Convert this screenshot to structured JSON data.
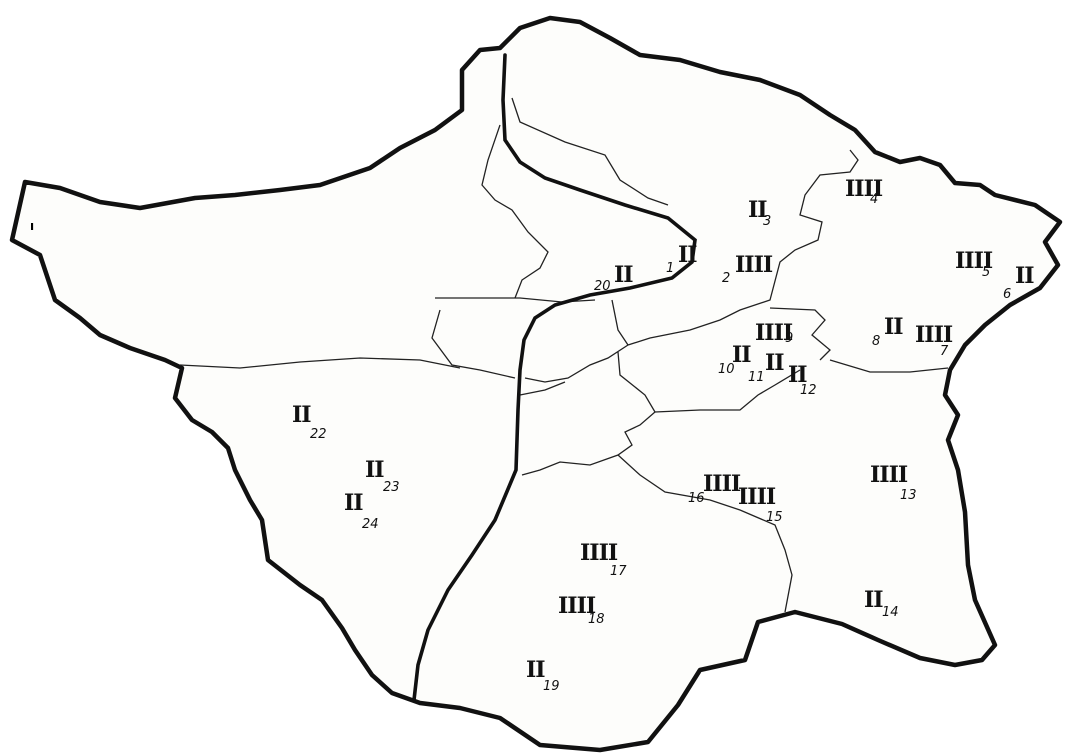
{
  "corner_mark": "ı",
  "districts": [
    {
      "id": "1",
      "marks": "II"
    },
    {
      "id": "2",
      "marks": "IIII"
    },
    {
      "id": "3",
      "marks": "II"
    },
    {
      "id": "4",
      "marks": "IIII"
    },
    {
      "id": "5",
      "marks": "IIII"
    },
    {
      "id": "6",
      "marks": "II"
    },
    {
      "id": "7",
      "marks": "IIII"
    },
    {
      "id": "8",
      "marks": "II"
    },
    {
      "id": "9",
      "marks": "IIII"
    },
    {
      "id": "10",
      "marks": "II"
    },
    {
      "id": "11",
      "marks": "II"
    },
    {
      "id": "12",
      "marks": "II"
    },
    {
      "id": "13",
      "marks": "IIII"
    },
    {
      "id": "14",
      "marks": "II"
    },
    {
      "id": "15",
      "marks": "IIII"
    },
    {
      "id": "16",
      "marks": "IIII"
    },
    {
      "id": "17",
      "marks": "IIII"
    },
    {
      "id": "18",
      "marks": "IIII"
    },
    {
      "id": "19",
      "marks": "II"
    },
    {
      "id": "20",
      "marks": "II"
    },
    {
      "id": "22",
      "marks": "II"
    },
    {
      "id": "23",
      "marks": "II"
    },
    {
      "id": "24",
      "marks": "II"
    }
  ]
}
